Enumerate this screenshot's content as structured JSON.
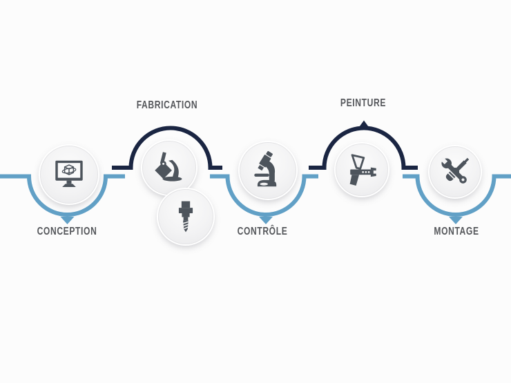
{
  "diagram": {
    "type": "process-timeline",
    "language": "fr",
    "stages": [
      {
        "label": "CONCEPTION",
        "marker": "triangle-down",
        "side": "below",
        "icons": [
          "monitor-3d-cube-icon"
        ]
      },
      {
        "label": "FABRICATION",
        "marker": "none",
        "side": "above",
        "icons": [
          "casting-pour-icon",
          "drill-bit-icon"
        ]
      },
      {
        "label": "CONTRÔLE",
        "marker": "triangle-down",
        "side": "below",
        "icons": [
          "microscope-icon"
        ]
      },
      {
        "label": "PEINTURE",
        "marker": "triangle-up",
        "side": "above",
        "icons": [
          "spray-gun-icon"
        ]
      },
      {
        "label": "MONTAGE",
        "marker": "triangle-down",
        "side": "below",
        "icons": [
          "wrench-screwdriver-icon"
        ]
      }
    ],
    "colors": {
      "line_below_blue": "#61a0c6",
      "line_above_navy": "#1a2542",
      "icon_gray": "#4d545c",
      "label_gray": "#54565a",
      "background": "#fcfcfc"
    }
  }
}
